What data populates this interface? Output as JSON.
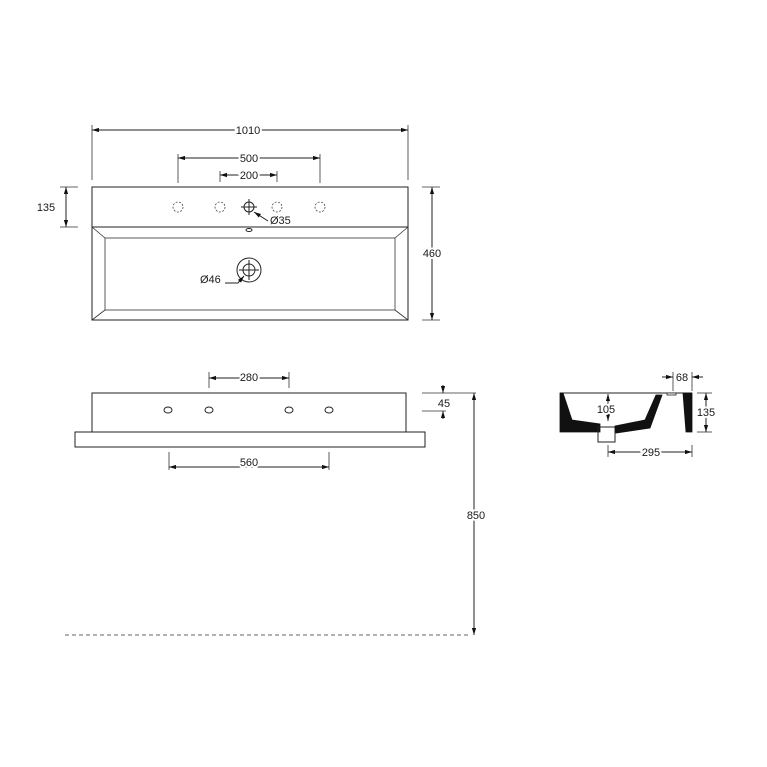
{
  "top_view": {
    "overall_width": "1010",
    "tap_hole_spacing_outer": "500",
    "tap_hole_spacing_inner": "200",
    "deck_depth": "135",
    "overall_depth": "460",
    "tap_hole_diameter": "Ø35",
    "waste_diameter": "Ø46"
  },
  "front_view": {
    "hole_spacing_upper": "280",
    "hole_spacing_lower": "560",
    "hole_height": "45",
    "mounting_height": "850"
  },
  "side_section": {
    "rim_width": "68",
    "basin_depth": "105",
    "overall_height": "135",
    "waste_offset": "295"
  }
}
